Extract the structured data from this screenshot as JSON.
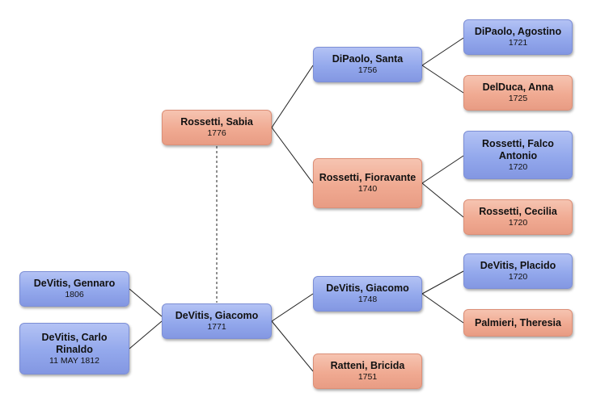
{
  "people": {
    "devitis_gennaro": {
      "name": "DeVitis, Gennaro",
      "date": "1806",
      "sex": "male"
    },
    "devitis_carlo": {
      "name": "DeVitis, Carlo Rinaldo",
      "date": "11 MAY 1812",
      "sex": "male"
    },
    "devitis_giacomo_1771": {
      "name": "DeVitis, Giacomo",
      "date": "1771",
      "sex": "male"
    },
    "rossetti_sabia": {
      "name": "Rossetti, Sabia",
      "date": "1776",
      "sex": "female"
    },
    "dipaolo_santa": {
      "name": "DiPaolo, Santa",
      "date": "1756",
      "sex": "male"
    },
    "rossetti_fioravante": {
      "name": "Rossetti, Fioravante",
      "date": "1740",
      "sex": "female"
    },
    "devitis_giacomo_1748": {
      "name": "DeVitis, Giacomo",
      "date": "1748",
      "sex": "male"
    },
    "ratteni_bricida": {
      "name": "Ratteni, Bricida",
      "date": "1751",
      "sex": "female"
    },
    "dipaolo_agostino": {
      "name": "DiPaolo, Agostino",
      "date": "1721",
      "sex": "male"
    },
    "delduca_anna": {
      "name": "DelDuca, Anna",
      "date": "1725",
      "sex": "female"
    },
    "rossetti_falco": {
      "name": "Rossetti, Falco Antonio",
      "date": "1720",
      "sex": "male"
    },
    "rossetti_cecilia": {
      "name": "Rossetti, Cecilia",
      "date": "1720",
      "sex": "female"
    },
    "devitis_placido": {
      "name": "DeVitis, Placido",
      "date": "1720",
      "sex": "male"
    },
    "palmieri_theresia": {
      "name": "Palmieri, Theresia",
      "date": "",
      "sex": "female"
    }
  },
  "relations": [
    {
      "from": "devitis_gennaro",
      "to": "devitis_giacomo_1771",
      "type": "child-of"
    },
    {
      "from": "devitis_carlo",
      "to": "devitis_giacomo_1771",
      "type": "child-of"
    },
    {
      "from": "devitis_giacomo_1771",
      "to": "rossetti_sabia",
      "type": "spouse"
    },
    {
      "from": "devitis_giacomo_1771",
      "to": "devitis_giacomo_1748",
      "type": "parent"
    },
    {
      "from": "devitis_giacomo_1771",
      "to": "ratteni_bricida",
      "type": "parent"
    },
    {
      "from": "rossetti_sabia",
      "to": "dipaolo_santa",
      "type": "parent"
    },
    {
      "from": "rossetti_sabia",
      "to": "rossetti_fioravante",
      "type": "parent"
    },
    {
      "from": "dipaolo_santa",
      "to": "dipaolo_agostino",
      "type": "parent"
    },
    {
      "from": "dipaolo_santa",
      "to": "delduca_anna",
      "type": "parent"
    },
    {
      "from": "rossetti_fioravante",
      "to": "rossetti_falco",
      "type": "parent"
    },
    {
      "from": "rossetti_fioravante",
      "to": "rossetti_cecilia",
      "type": "parent"
    },
    {
      "from": "devitis_giacomo_1748",
      "to": "devitis_placido",
      "type": "parent"
    },
    {
      "from": "devitis_giacomo_1748",
      "to": "palmieri_theresia",
      "type": "parent"
    }
  ],
  "colors": {
    "male": "#93a8ec",
    "female": "#f0aa92",
    "line": "#222222"
  }
}
